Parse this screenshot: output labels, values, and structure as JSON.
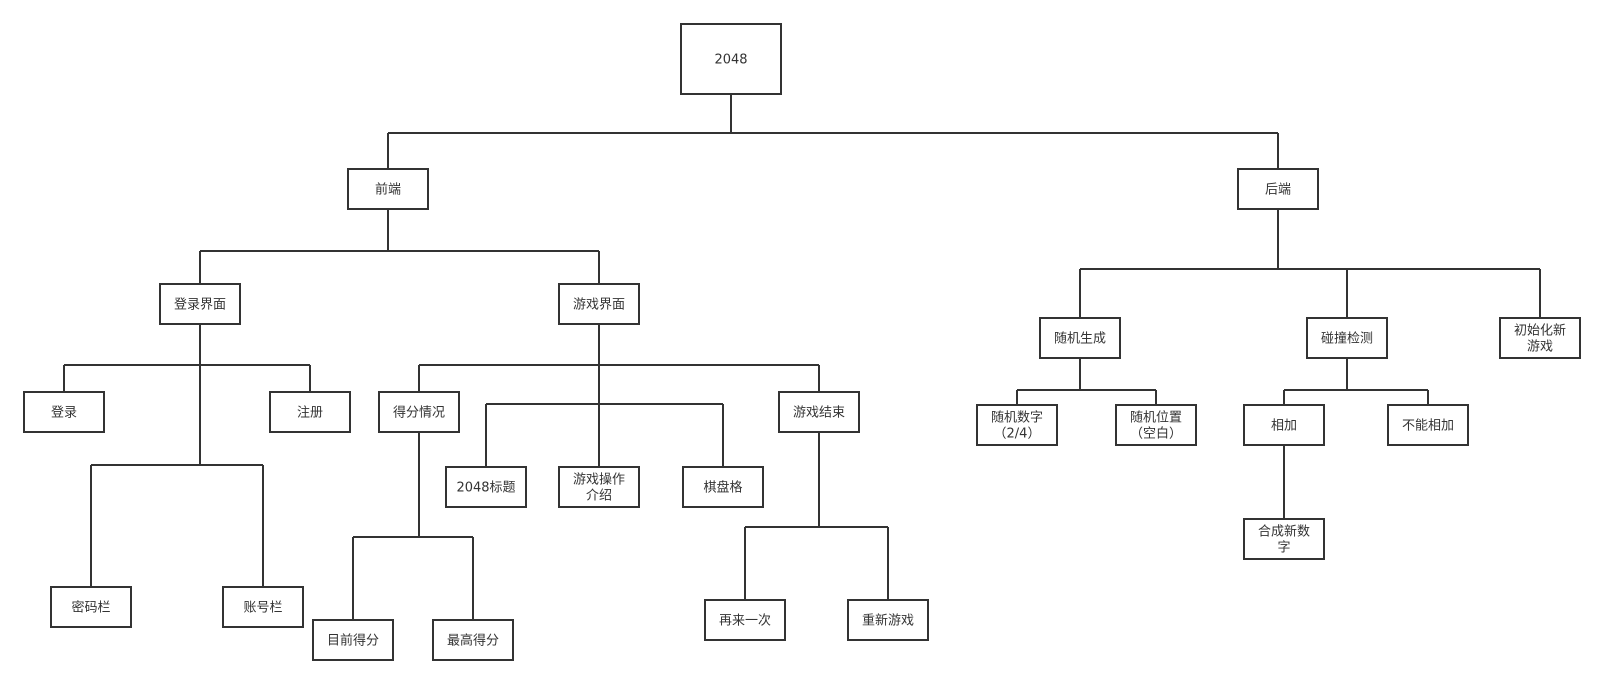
{
  "diagram": {
    "nodes": [
      {
        "id": "root",
        "label": "2048",
        "lines": [
          "2048"
        ]
      },
      {
        "id": "frontend",
        "label": "前端",
        "lines": [
          "前端"
        ]
      },
      {
        "id": "backend",
        "label": "后端",
        "lines": [
          "后端"
        ]
      },
      {
        "id": "login-ui",
        "label": "登录界面",
        "lines": [
          "登录界面"
        ]
      },
      {
        "id": "game-ui",
        "label": "游戏界面",
        "lines": [
          "游戏界面"
        ]
      },
      {
        "id": "login",
        "label": "登录",
        "lines": [
          "登录"
        ]
      },
      {
        "id": "register",
        "label": "注册",
        "lines": [
          "注册"
        ]
      },
      {
        "id": "password-field",
        "label": "密码栏",
        "lines": [
          "密码栏"
        ]
      },
      {
        "id": "account-field",
        "label": "账号栏",
        "lines": [
          "账号栏"
        ]
      },
      {
        "id": "score-status",
        "label": "得分情况",
        "lines": [
          "得分情况"
        ]
      },
      {
        "id": "game-over",
        "label": "游戏结束",
        "lines": [
          "游戏结束"
        ]
      },
      {
        "id": "title-2048",
        "label": "2048标题",
        "lines": [
          "2048标题"
        ]
      },
      {
        "id": "game-intro",
        "label": "游戏操作介绍",
        "lines": [
          "游戏操作",
          "介绍"
        ]
      },
      {
        "id": "board",
        "label": "棋盘格",
        "lines": [
          "棋盘格"
        ]
      },
      {
        "id": "current-score",
        "label": "目前得分",
        "lines": [
          "目前得分"
        ]
      },
      {
        "id": "high-score",
        "label": "最高得分",
        "lines": [
          "最高得分"
        ]
      },
      {
        "id": "play-again",
        "label": "再来一次",
        "lines": [
          "再来一次"
        ]
      },
      {
        "id": "new-game",
        "label": "重新游戏",
        "lines": [
          "重新游戏"
        ]
      },
      {
        "id": "random-gen",
        "label": "随机生成",
        "lines": [
          "随机生成"
        ]
      },
      {
        "id": "collision",
        "label": "碰撞检测",
        "lines": [
          "碰撞检测"
        ]
      },
      {
        "id": "init-game",
        "label": "初始化新游戏",
        "lines": [
          "初始化新",
          "游戏"
        ]
      },
      {
        "id": "random-number",
        "label": "随机数字（2/4）",
        "lines": [
          "随机数字",
          "（2/4）"
        ]
      },
      {
        "id": "random-position",
        "label": "随机位置（空白）",
        "lines": [
          "随机位置",
          "（空白）"
        ]
      },
      {
        "id": "add",
        "label": "相加",
        "lines": [
          "相加"
        ]
      },
      {
        "id": "no-add",
        "label": "不能相加",
        "lines": [
          "不能相加"
        ]
      },
      {
        "id": "merge-new",
        "label": "合成新数字",
        "lines": [
          "合成新数",
          "字"
        ]
      }
    ],
    "edges": [
      [
        "root",
        "frontend"
      ],
      [
        "root",
        "backend"
      ],
      [
        "frontend",
        "login-ui"
      ],
      [
        "frontend",
        "game-ui"
      ],
      [
        "login-ui",
        "login"
      ],
      [
        "login-ui",
        "register"
      ],
      [
        "login-ui",
        "password-field"
      ],
      [
        "login-ui",
        "account-field"
      ],
      [
        "game-ui",
        "score-status"
      ],
      [
        "game-ui",
        "game-over"
      ],
      [
        "game-ui",
        "title-2048"
      ],
      [
        "game-ui",
        "game-intro"
      ],
      [
        "game-ui",
        "board"
      ],
      [
        "score-status",
        "current-score"
      ],
      [
        "score-status",
        "high-score"
      ],
      [
        "game-over",
        "play-again"
      ],
      [
        "game-over",
        "new-game"
      ],
      [
        "backend",
        "random-gen"
      ],
      [
        "backend",
        "collision"
      ],
      [
        "backend",
        "init-game"
      ],
      [
        "random-gen",
        "random-number"
      ],
      [
        "random-gen",
        "random-position"
      ],
      [
        "collision",
        "add"
      ],
      [
        "collision",
        "no-add"
      ],
      [
        "add",
        "merge-new"
      ]
    ]
  }
}
